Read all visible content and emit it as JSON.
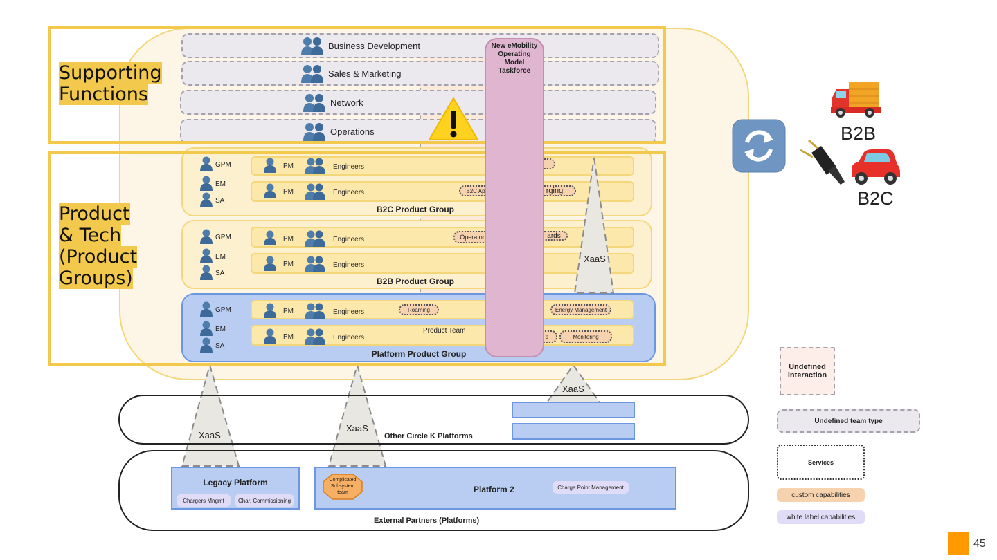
{
  "page_number": "45",
  "colors": {
    "frame_yellow": "#f2c94c",
    "platform_blue": "#b9cdf2",
    "taskforce_pink": "#dfb5cf",
    "custom_orange": "#f7d2ae",
    "white_label_purple": "#e0dcf7",
    "page_marker_orange": "#ff9900"
  },
  "sections": {
    "supporting": [
      "Supporting",
      "Functions"
    ],
    "product": [
      "Product",
      "& Tech",
      "(Product",
      "Groups)"
    ]
  },
  "supporting_functions": [
    {
      "label": "Business Development",
      "icon": "people-icon"
    },
    {
      "label": "Sales & Marketing",
      "icon": "people-icon"
    },
    {
      "label": "Network",
      "icon": "people-icon"
    },
    {
      "label": "Operations",
      "icon": "people-icon"
    }
  ],
  "warning_icon": "warning-triangle-icon",
  "taskforce": {
    "lines": [
      "New eMobility",
      "Operating",
      "Model",
      "Taskforce"
    ]
  },
  "roles": {
    "gpm": "GPM",
    "em": "EM",
    "sa": "SA",
    "pm": "PM",
    "engineers": "Engineers"
  },
  "product_groups": [
    {
      "title": "B2C Product Group",
      "services": [
        "B2C Ap",
        "rging"
      ],
      "top_fragment": ""
    },
    {
      "title": "B2B Product Group",
      "services": [
        "Operator",
        "ards"
      ]
    },
    {
      "title": "Platform Product Group",
      "services": [
        "Roaming",
        "Energy Management",
        "s",
        "Monitoring"
      ],
      "product_team": "Product Team"
    }
  ],
  "xaas": "XaaS",
  "other_platforms": {
    "label": "Other Circle K Platforms"
  },
  "external_partners": {
    "label": "External Partners (Platforms)",
    "legacy": {
      "title": "Legacy Platform",
      "capabilities": [
        "Chargers Mngmt",
        "Char. Commissioning"
      ]
    },
    "platform2": {
      "title": "Platform 2",
      "subsystem": [
        "Complicated",
        "Subsystem",
        "team"
      ],
      "capabilities": [
        "Charge Point Management"
      ]
    }
  },
  "customers": {
    "sync_icon": "sync-arrows-icon",
    "b2b": {
      "label": "B2B",
      "icon": "delivery-truck-icon"
    },
    "plug_icon": "electric-plug-icon",
    "b2c": {
      "label": "B2C",
      "icon": "red-car-icon"
    }
  },
  "legend": {
    "undefined_interaction": [
      "Undefined",
      "interaction"
    ],
    "undefined_team_type": "Undefined team type",
    "services": "Services",
    "custom": "custom capabilities",
    "white_label": "white label capabilities"
  }
}
